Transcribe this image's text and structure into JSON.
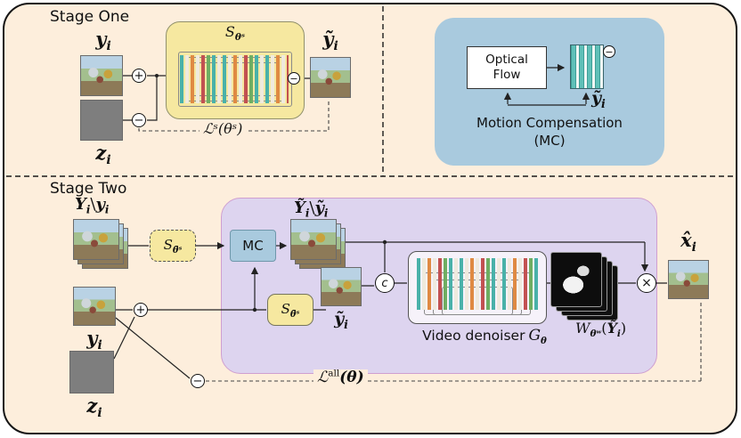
{
  "colors": {
    "background": "#fdeedc",
    "stage_box_yellow": "#f6e8a0",
    "mc_blue": "#a9cade",
    "denoiser_purple": "#ddd4ef",
    "purple_border": "#cf9fd0",
    "noise_gray": "#7e7e7e",
    "bar_teal": "#49b1a9",
    "bar_orange": "#df8a43",
    "bar_red": "#c25151",
    "bar_green": "#6fae62"
  },
  "ui": {
    "stage_one_title": "Stage One",
    "stage_two_title": "Stage Two",
    "optical_flow": "Optical Flow",
    "motion_comp_line1": "Motion Compensation",
    "motion_comp_line2": "(MC)",
    "mc_short": "MC",
    "video_denoiser": "Video denoiser"
  },
  "math": {
    "y": "y",
    "z": "z",
    "i": "i",
    "Y": "Y",
    "ytilde": "ỹ",
    "Ytilde": "Ỹ",
    "xhat": "x̂",
    "S": "S",
    "G": "G",
    "W": "W",
    "theta": "θ",
    "theta_s": "θˢ",
    "theta_bar_s": "θ̄ˢ",
    "theta_w": "θʷ",
    "loss_s": "ℒˢ(θˢ)",
    "loss_L": "ℒ",
    "loss_all_sup": "all",
    "loss_all_arg": "(θ)",
    "setminus": "\\",
    "lparen": "(",
    "rparen": ")"
  },
  "ops": {
    "plus": "+",
    "minus": "−",
    "times": "×",
    "concat": "c"
  }
}
